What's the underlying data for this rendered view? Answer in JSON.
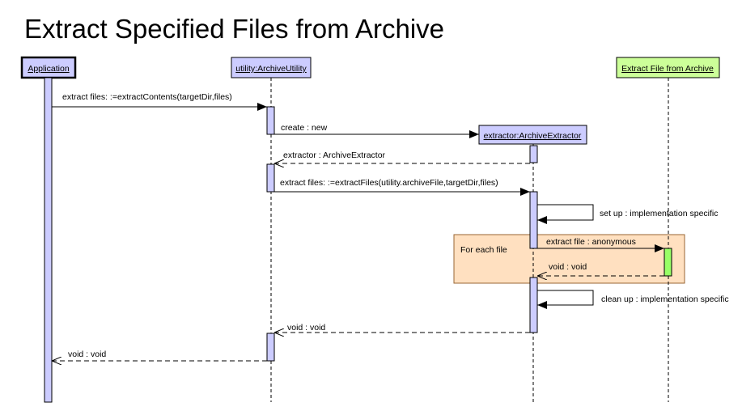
{
  "title": "Extract Specified Files from Archive",
  "participants": {
    "application": "Application",
    "utility": "utility:ArchiveUtility",
    "extractor": "extractor:ArchiveExtractor",
    "extract_file": "Extract File from Archive"
  },
  "loop": {
    "label": "For each file"
  },
  "messages": {
    "m1": "extract files: :=extractContents(targetDir,files)",
    "m2": "create : new",
    "m3": "extractor : ArchiveExtractor",
    "m4": "extract files: :=extractFiles(utility.archiveFile,targetDir,files)",
    "m5": "set up : implementation specific",
    "m6": "extract file : anonymous",
    "m7": "void : void",
    "m8": "clean up : implementation specific",
    "m9": "void : void",
    "m10": "void : void"
  },
  "colors": {
    "participant_fill": "#ccccff",
    "extract_file_fill": "#ccff99",
    "activation_fill": "#ccccff",
    "extract_activation_fill": "#99ff66",
    "loop_fill": "#ffe0c0"
  }
}
